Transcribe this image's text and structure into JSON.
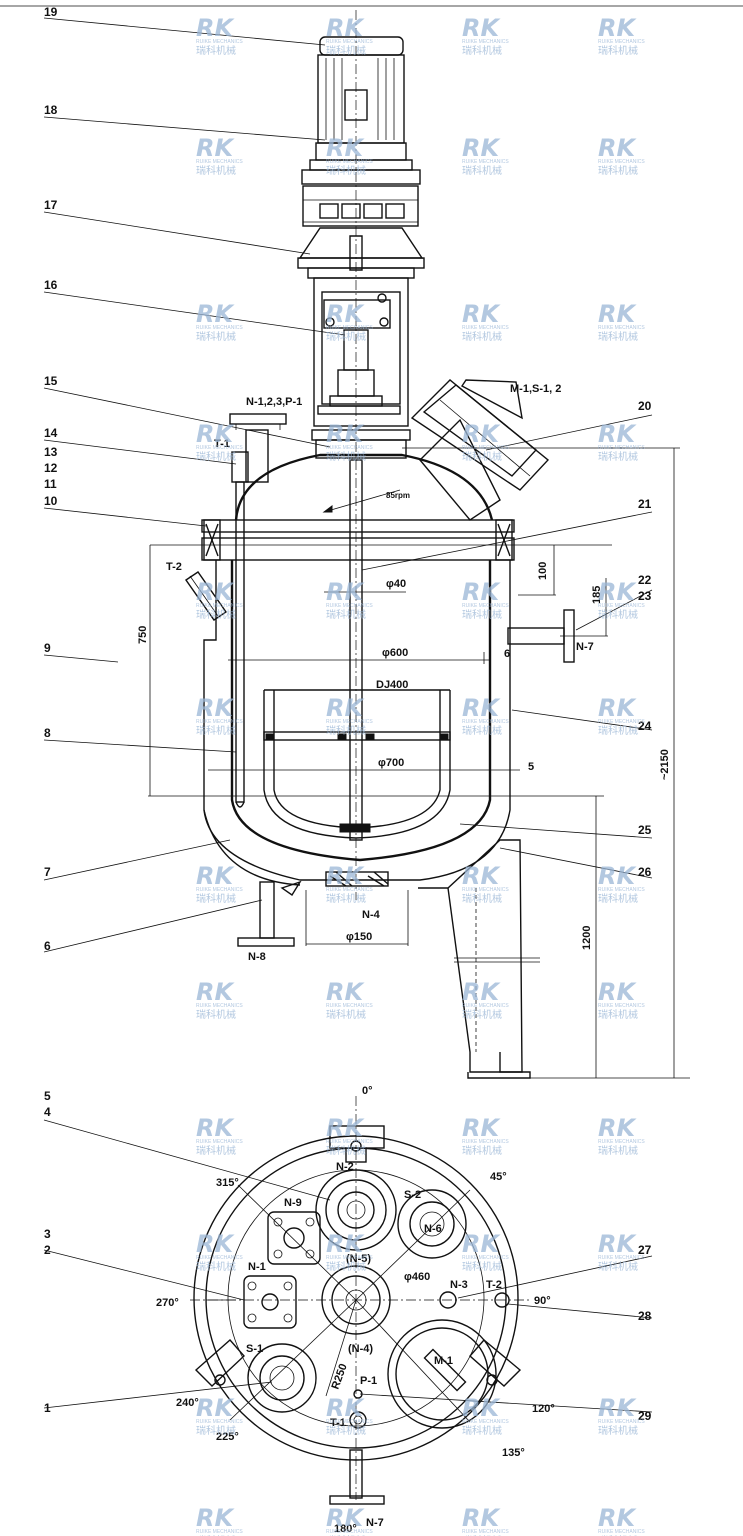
{
  "watermark": {
    "logo": "RK",
    "brand": "RUIKE MECHANICS",
    "brand_cn": "瑞科机械",
    "color": "#9ab6d6"
  },
  "part_numbers": {
    "p19": "19",
    "p18": "18",
    "p17": "17",
    "p16": "16",
    "p15": "15",
    "p14": "14",
    "p13": "13",
    "p12": "12",
    "p11": "11",
    "p10": "10",
    "p9": "9",
    "p8": "8",
    "p7": "7",
    "p6": "6",
    "p20": "20",
    "p21": "21",
    "p22": "22",
    "p23": "23",
    "p24": "24",
    "p25": "25",
    "p26": "26",
    "p5": "5",
    "p4": "4",
    "p3": "3",
    "p2": "2",
    "p1": "1",
    "p27": "27",
    "p28": "28",
    "p29": "29"
  },
  "elevation_labels": {
    "nozzle_top_left": "N-1,2,3,P-1",
    "thermo_1": "T-1",
    "thermo_2": "T-2",
    "manhole": "M-1,S-1, 2",
    "speed": "85rpm",
    "shaft_dia": "φ40",
    "inner_dia": "φ600",
    "jacket_dia": "φ700",
    "baffle": "DJ400",
    "outlet_dia": "φ150",
    "n4": "N-4",
    "n7": "N-7",
    "n8": "N-8",
    "dim_100": "100",
    "dim_185": "185",
    "dim_750": "750",
    "dim_1200": "1200",
    "dim_2150": "~2150",
    "mark_6": "6",
    "mark_5": "5"
  },
  "plan_labels": {
    "deg_0": "0°",
    "deg_45": "45°",
    "deg_90": "90°",
    "deg_120": "120°",
    "deg_135": "135°",
    "deg_180": "180°",
    "deg_225": "225°",
    "deg_240": "240°",
    "deg_270": "270°",
    "deg_315": "315°",
    "n2": "N-2",
    "s2": "S-2",
    "n9": "N-9",
    "n6": "N-6",
    "n1": "N-1",
    "n5": "(N-5)",
    "n4p": "(N-4)",
    "phi460": "φ460",
    "n3": "N-3",
    "t2": "T-2",
    "s1": "S-1",
    "r250": "R250",
    "p1": "P-1",
    "m1": "M-1",
    "t1": "T-1",
    "n7": "N-7"
  }
}
